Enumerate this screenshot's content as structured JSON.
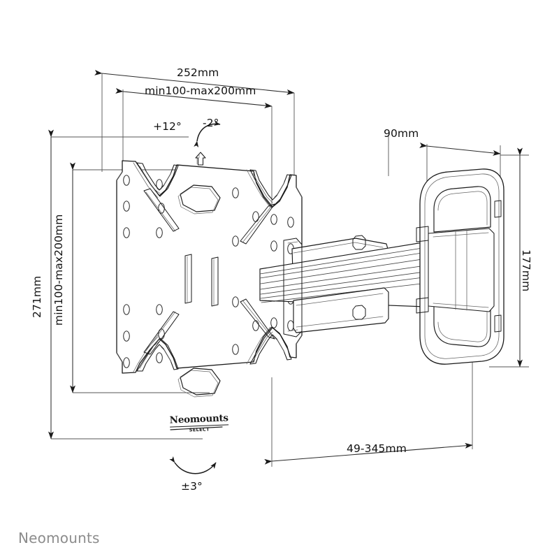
{
  "document": {
    "type": "technical-product-drawing",
    "subject": "full-motion tv wall mount",
    "view": "isometric-dimensioned"
  },
  "dimensions": {
    "plate_width": "252mm",
    "vesa_horizontal": "min100-max200mm",
    "vesa_vertical": "min100-max200mm",
    "plate_height": "271mm",
    "wall_plate_offset": "90mm",
    "wall_plate_height": "177mm",
    "extension_range": "49-345mm"
  },
  "angles": {
    "tilt_up": "+12°",
    "tilt_down": "-2°",
    "rotation": "±3°"
  },
  "branding": {
    "plate_logo": "Neomounts",
    "plate_logo_sub": "SELECT",
    "watermark": "Neomounts"
  },
  "colors": {
    "line": "#1a1a1a",
    "dimension_line": "#333333",
    "watermark": "#8c8c8c",
    "background": "#ffffff"
  }
}
